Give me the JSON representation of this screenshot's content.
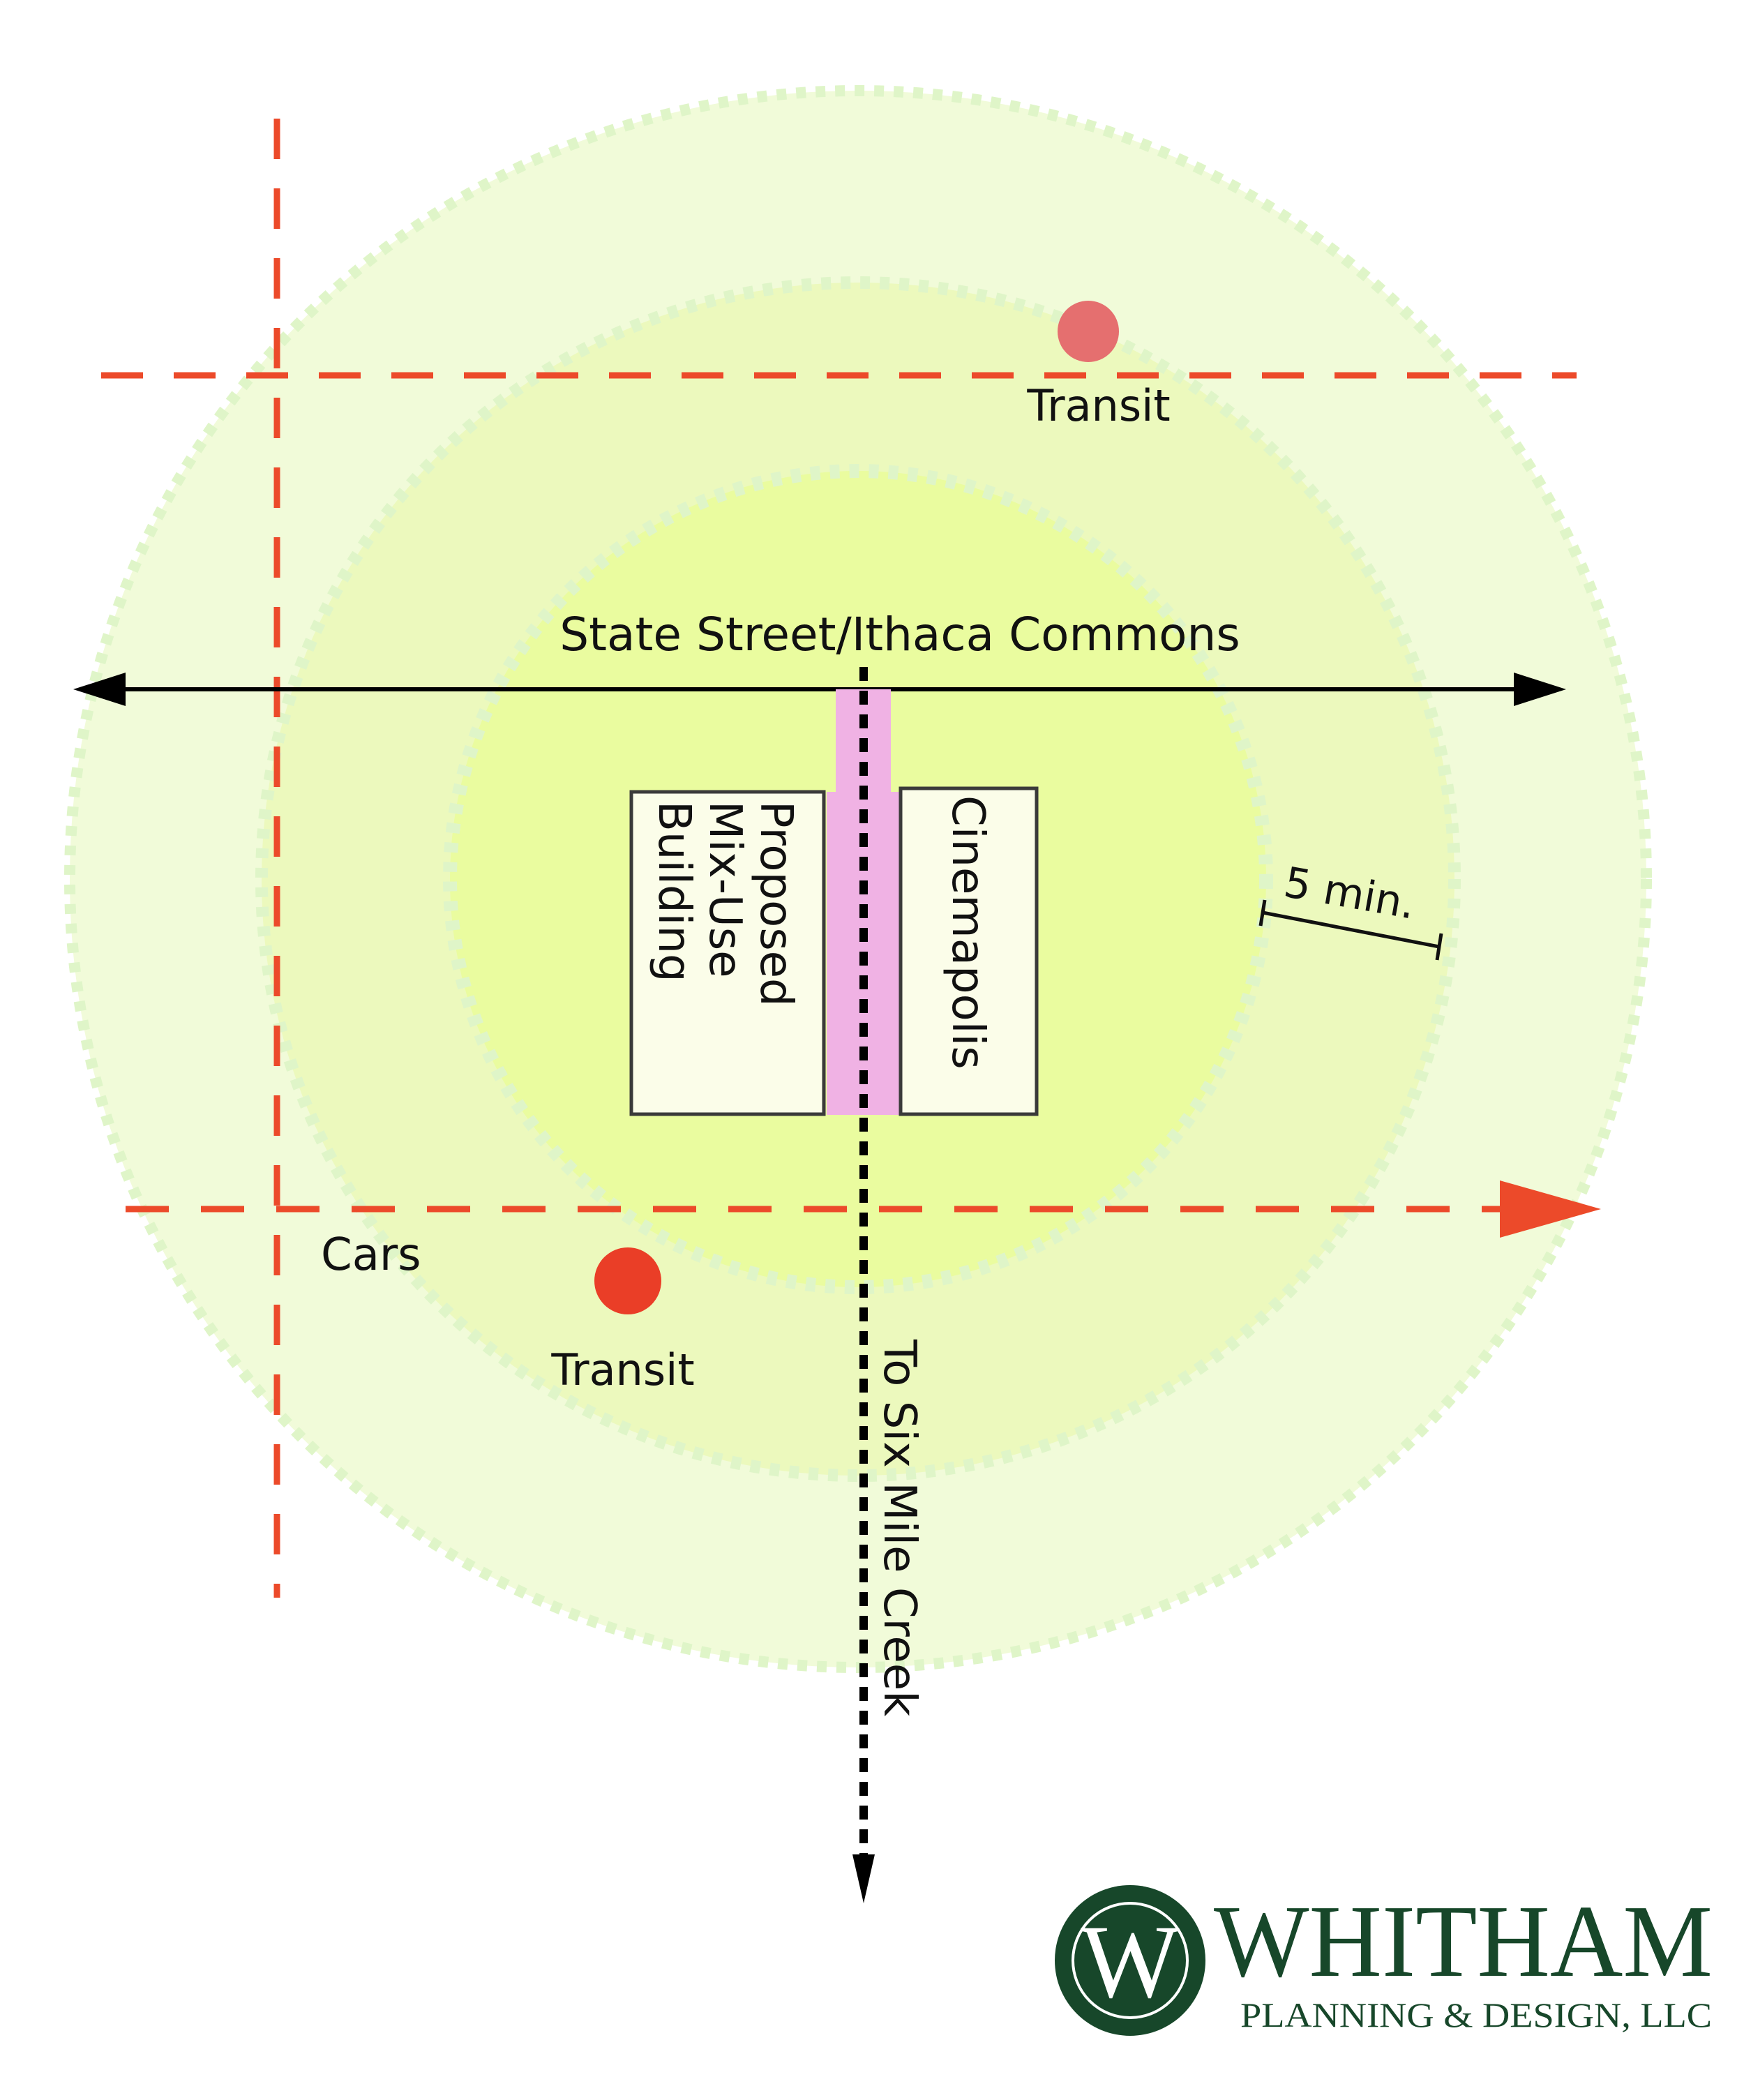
{
  "labels": {
    "state_street": "State Street/Ithaca Commons",
    "proposed_building": [
      "Proposed",
      "Mix-Use",
      "Building"
    ],
    "cinemapolis": "Cinemapolis",
    "five_min": "5 min.",
    "transit_top": "Transit",
    "transit_bottom": "Transit",
    "cars": "Cars",
    "six_mile_creek": "To Six Mile Creek"
  },
  "logo": {
    "initial": "W",
    "name": "WHITHAM",
    "tagline": "PLANNING & DESIGN, LLC"
  },
  "colors": {
    "outer_ring": "#f1fbd9",
    "middle_ring": "#ecf9bd",
    "inner_ring": "#eafc9f",
    "ring_dots": "#dff5c8",
    "car_route": "#ec4a2a",
    "transit_top": "#e56f6f",
    "transit_bottom": "#ea3e27",
    "walkway": "#f0b2e4",
    "building_fill": "#fbfde9",
    "logo_green": "#17472a"
  }
}
